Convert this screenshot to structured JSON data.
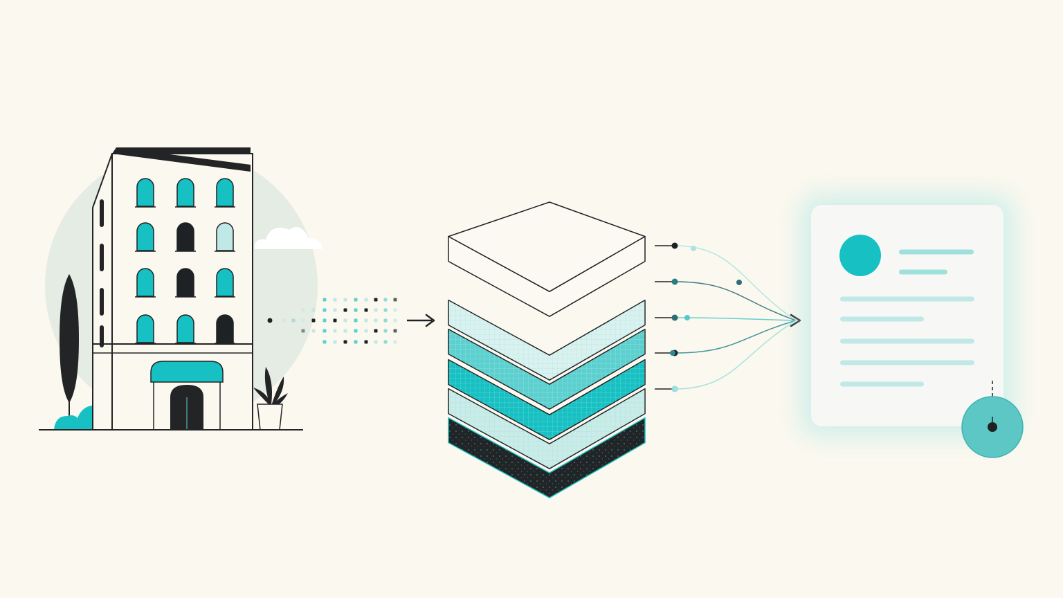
{
  "colors": {
    "background": "#fbf8ef",
    "ink": "#1f2224",
    "teal": "#17c0c2",
    "teal_mid": "#5cd0cf",
    "teal_light": "#bfe8e6",
    "teal_pale": "#dcf2ef",
    "halo": "#e5ece3",
    "card": "#f7f8f6"
  },
  "icons": {
    "source": "building-icon",
    "transform": "layer-stack-icon",
    "output": "document-card-icon",
    "marker": "target-pin-icon"
  },
  "layers": [
    {
      "fill": "#fbf9f2",
      "pattern": "none"
    },
    {
      "fill": "#d9f2ef",
      "pattern": "light-grid"
    },
    {
      "fill": "#5cd0cf",
      "pattern": "grid"
    },
    {
      "fill": "#17c0c2",
      "pattern": "grid"
    },
    {
      "fill": "#c9ece8",
      "pattern": "light-grid"
    },
    {
      "fill": "#222527",
      "pattern": "dots"
    }
  ],
  "connectors": [
    {
      "node": "#1f2224",
      "mid": "#a9e4e1"
    },
    {
      "node": "#2a7c84",
      "mid": "#2d6f78"
    },
    {
      "node": "#2a6d73",
      "mid": "#56c9c8"
    },
    {
      "node": "#1f2224",
      "mid": "#2a8a90"
    },
    {
      "node": "#7fd9d6",
      "mid": "#9fe0dc"
    }
  ],
  "document_lines": [
    1,
    0.51,
    1,
    0.63,
    1,
    1,
    0.63
  ]
}
